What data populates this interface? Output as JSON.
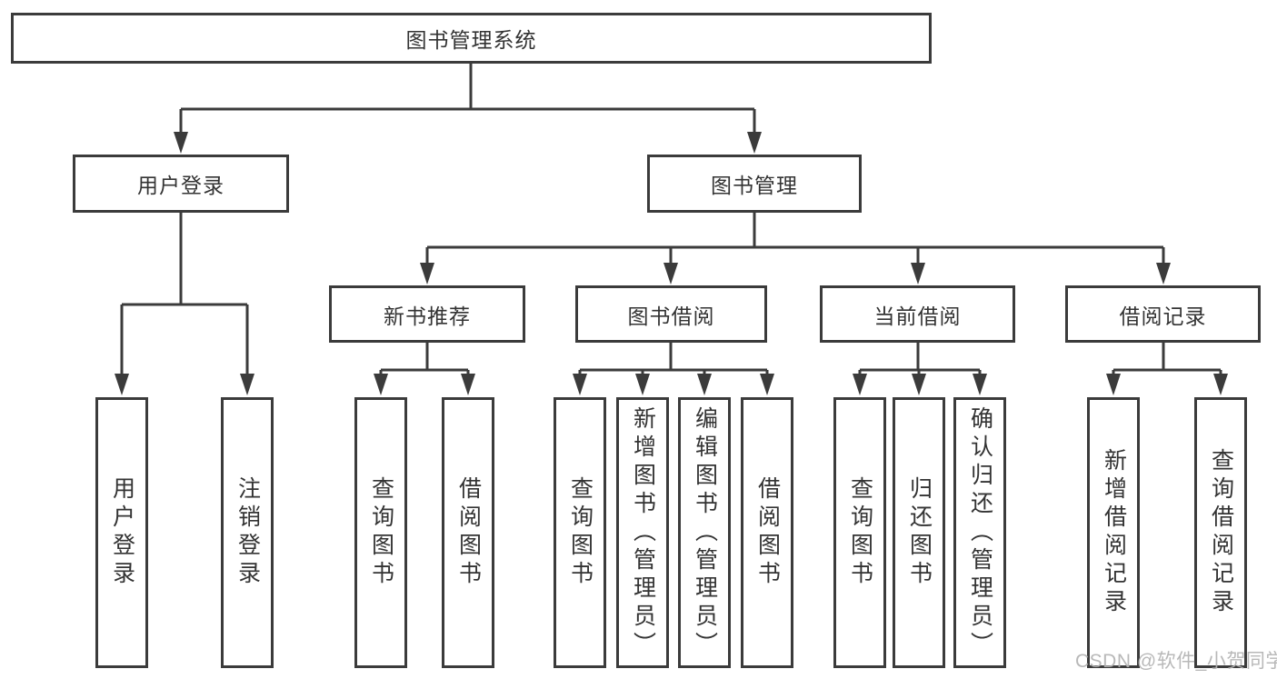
{
  "colors": {
    "line": "#3b3b3b",
    "text": "#333333",
    "watermark": "#b3b3b3",
    "background": "#ffffff"
  },
  "watermark": {
    "text": "CSDN @软件_小贺同学"
  },
  "diagram": {
    "title": "图书管理系统",
    "root": {
      "label": "图书管理系统"
    },
    "branches": [
      {
        "label": "用户登录",
        "children": [
          {
            "label": "用户登录"
          },
          {
            "label": "注销登录"
          }
        ]
      },
      {
        "label": "图书管理",
        "children": [
          {
            "label": "新书推荐",
            "children": [
              {
                "label": "查询图书"
              },
              {
                "label": "借阅图书"
              }
            ]
          },
          {
            "label": "图书借阅",
            "children": [
              {
                "label": "查询图书"
              },
              {
                "label": "新增图书（管理员）"
              },
              {
                "label": "编辑图书（管理员）"
              },
              {
                "label": "借阅图书"
              }
            ]
          },
          {
            "label": "当前借阅",
            "children": [
              {
                "label": "查询图书"
              },
              {
                "label": "归还图书"
              },
              {
                "label": "确认归还（管理员）"
              }
            ]
          },
          {
            "label": "借阅记录",
            "children": [
              {
                "label": "新增借阅记录"
              },
              {
                "label": "查询借阅记录"
              }
            ]
          }
        ]
      }
    ]
  }
}
